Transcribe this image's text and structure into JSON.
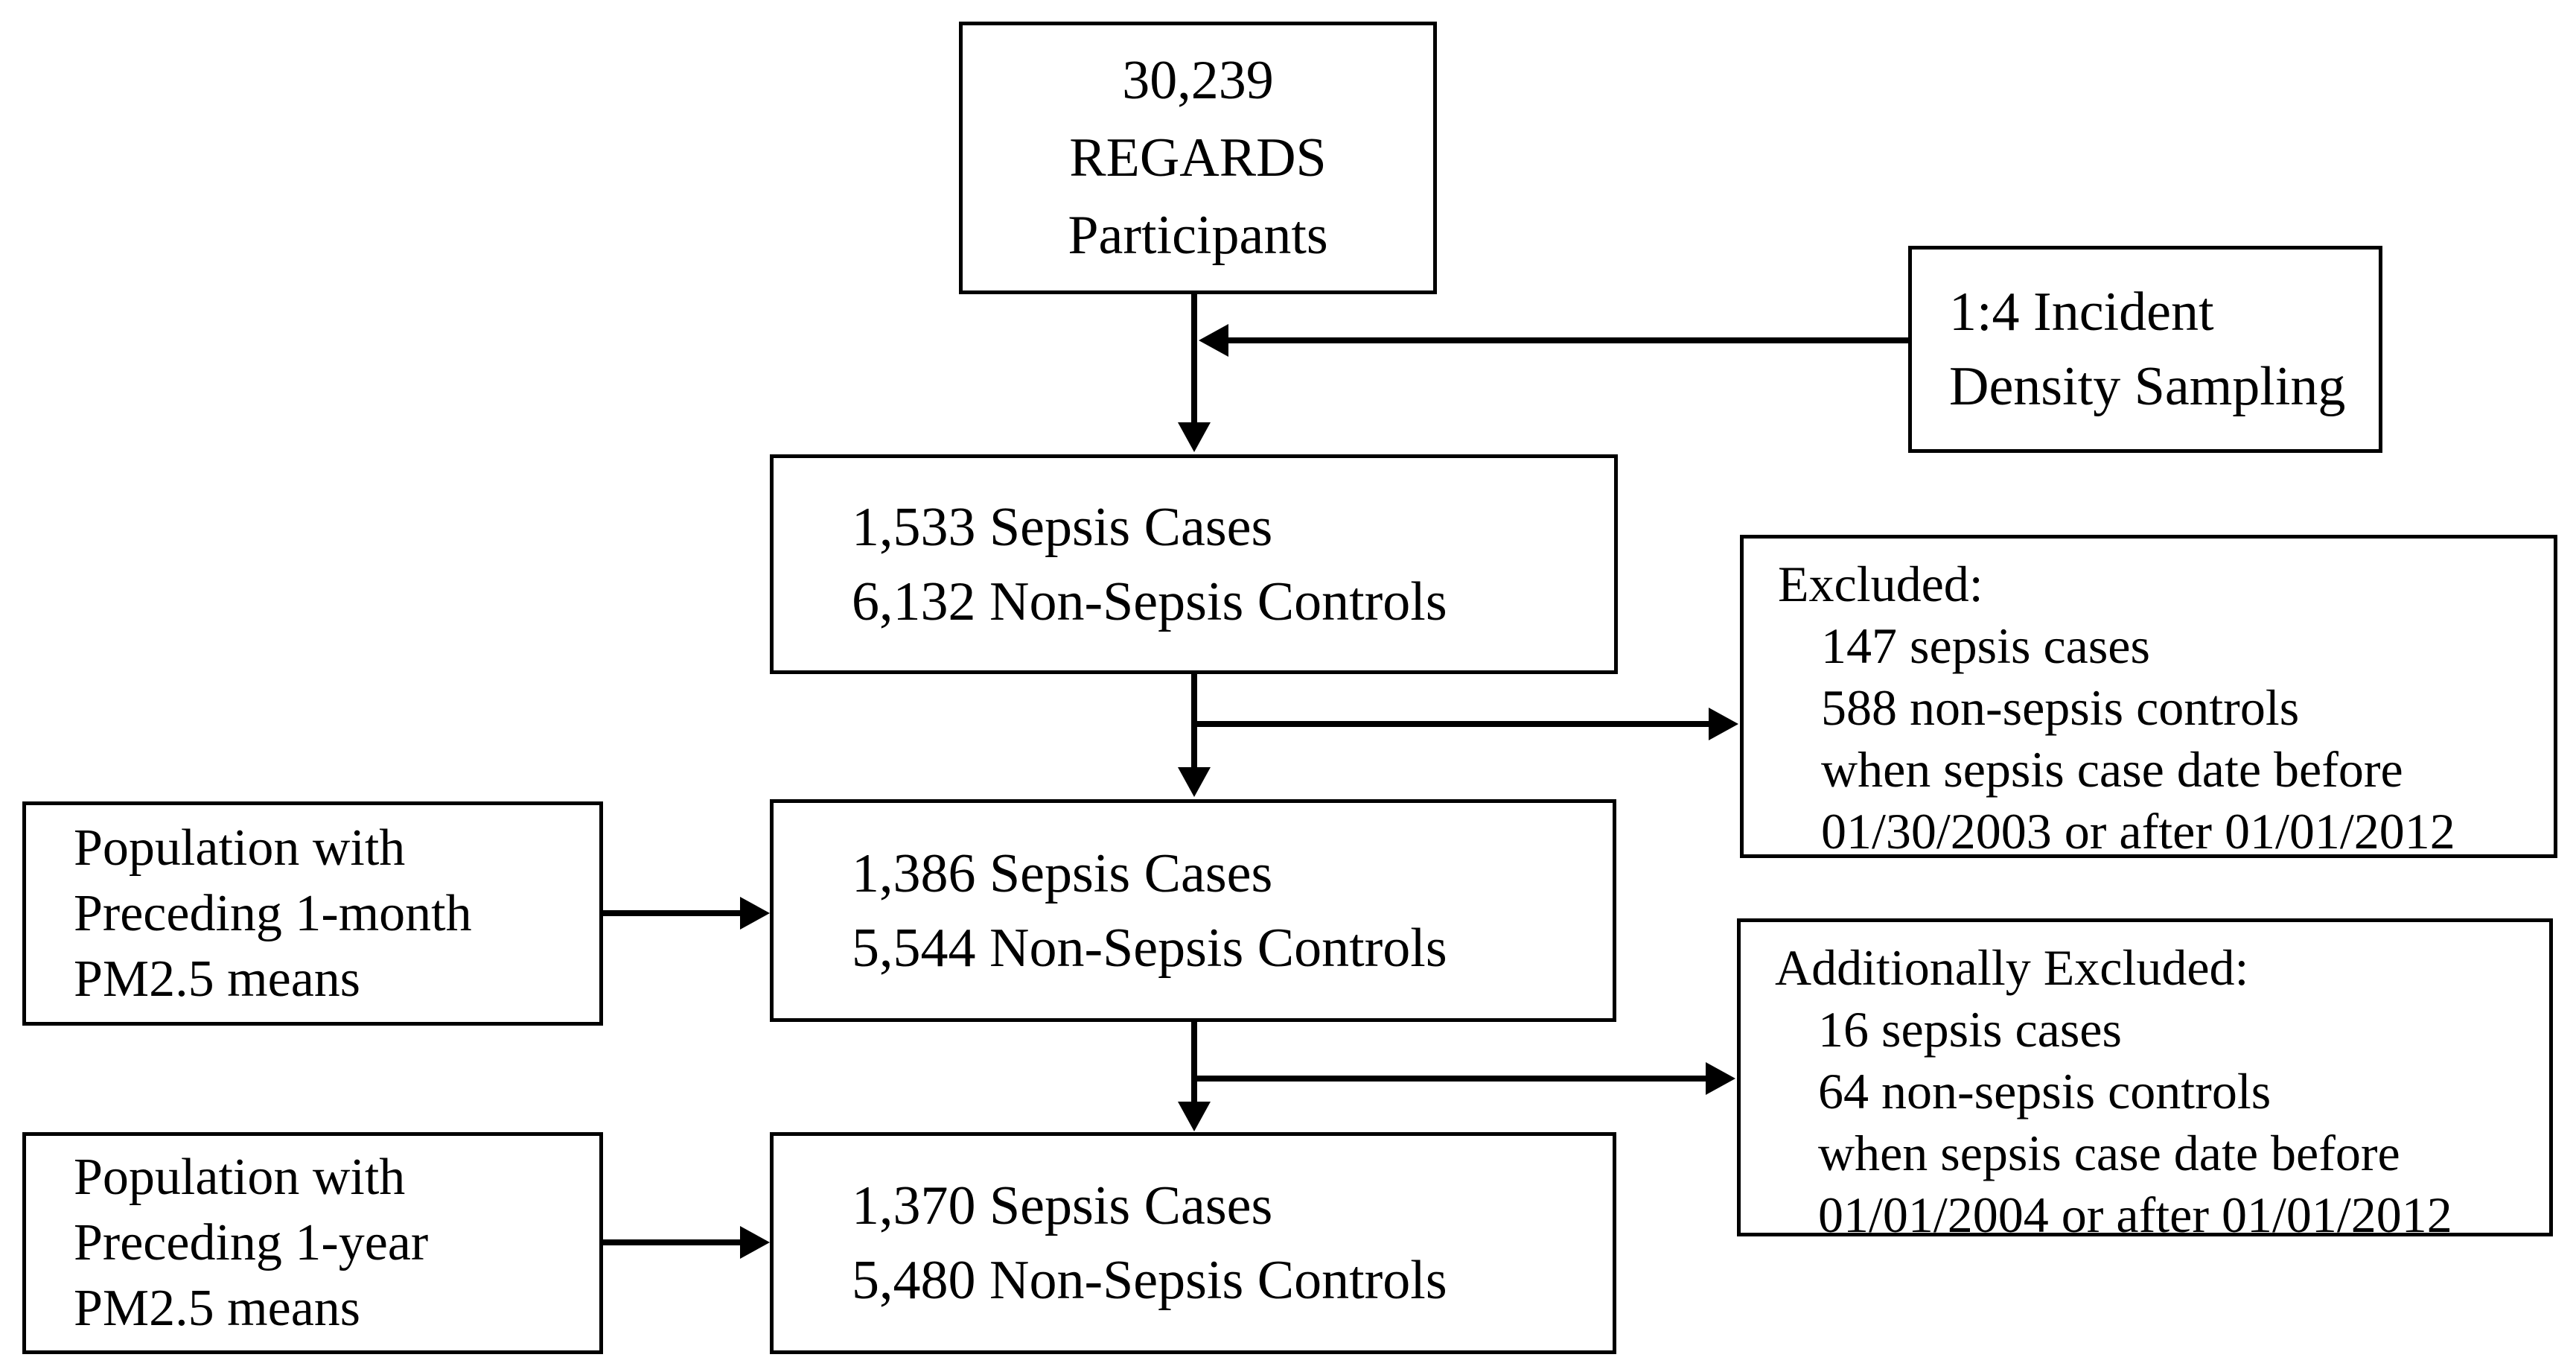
{
  "colors": {
    "ink": "#000000",
    "paper": "#ffffff"
  },
  "nodes": {
    "regards": {
      "lines": [
        "30,239",
        "REGARDS",
        "Participants"
      ]
    },
    "sampling": {
      "lines": [
        "1:4 Incident",
        "Density Sampling"
      ]
    },
    "cases1": {
      "lines": [
        "1,533 Sepsis Cases",
        "6,132 Non-Sepsis Controls"
      ]
    },
    "excluded1": {
      "heading": "Excluded:",
      "items": [
        "147 sepsis cases",
        "588 non-sepsis controls",
        "when sepsis case date before",
        "01/30/2003 or after 01/01/2012"
      ]
    },
    "pop_month": {
      "lines": [
        "Population with",
        "Preceding 1-month",
        "PM2.5 means"
      ]
    },
    "cases2": {
      "lines": [
        "1,386 Sepsis Cases",
        "5,544 Non-Sepsis Controls"
      ]
    },
    "excluded2": {
      "heading": "Additionally Excluded:",
      "items": [
        "16 sepsis cases",
        "64 non-sepsis controls",
        "when sepsis case date before",
        "01/01/2004 or after 01/01/2012"
      ]
    },
    "pop_year": {
      "lines": [
        "Population with",
        "Preceding 1-year",
        "PM2.5 means"
      ]
    },
    "cases3": {
      "lines": [
        "1,370 Sepsis Cases",
        "5,480 Non-Sepsis Controls"
      ]
    }
  }
}
